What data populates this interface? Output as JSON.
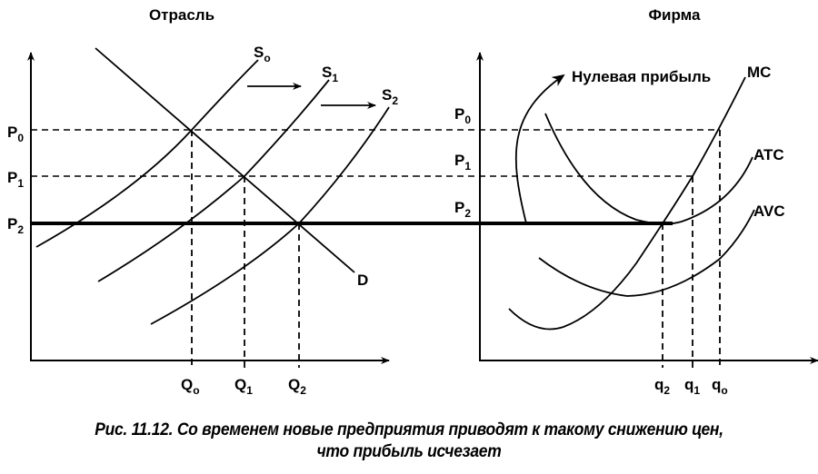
{
  "panels": {
    "industry": {
      "title": "Отрасль",
      "price_labels": [
        {
          "main": "P",
          "sub": "0"
        },
        {
          "main": "P",
          "sub": "1"
        },
        {
          "main": "P",
          "sub": "2"
        }
      ],
      "quantity_labels": [
        {
          "main": "Q",
          "sub": "o"
        },
        {
          "main": "Q",
          "sub": "1"
        },
        {
          "main": "Q",
          "sub": "2"
        }
      ],
      "curve_labels": {
        "s0": {
          "main": "S",
          "sub": "o"
        },
        "s1": {
          "main": "S",
          "sub": "1"
        },
        "s2": {
          "main": "S",
          "sub": "2"
        },
        "d": "D"
      }
    },
    "firm": {
      "title": "Фирма",
      "price_labels": [
        {
          "main": "P",
          "sub": "0"
        },
        {
          "main": "P",
          "sub": "1"
        },
        {
          "main": "P",
          "sub": "2"
        }
      ],
      "quantity_labels": [
        {
          "main": "q",
          "sub": "2"
        },
        {
          "main": "q",
          "sub": "1"
        },
        {
          "main": "q",
          "sub": "o"
        }
      ],
      "curve_labels": {
        "mc": "MC",
        "atc": "ATC",
        "avc": "AVC"
      },
      "annotation": "Нулевая прибыль"
    }
  },
  "caption": {
    "line1": "Рис. 11.12. Со временем новые предприятия приводят к такому снижению цен,",
    "line2": "что прибыль исчезает"
  },
  "chart_data": {
    "type": "line",
    "title": "Рис. 11.12. Со временем новые предприятия приводят к такому снижению цен, что прибыль исчезает",
    "subplots": [
      {
        "title": "Отрасль",
        "xlabel": "",
        "ylabel": "",
        "y_ticks": [
          "P0",
          "P1",
          "P2"
        ],
        "x_ticks": [
          "Qo",
          "Q1",
          "Q2"
        ],
        "series": [
          {
            "name": "D",
            "kind": "demand, downward sloping"
          },
          {
            "name": "So",
            "kind": "supply",
            "equilibrium": [
              "Qo",
              "P0"
            ]
          },
          {
            "name": "S1",
            "kind": "supply",
            "equilibrium": [
              "Q1",
              "P1"
            ]
          },
          {
            "name": "S2",
            "kind": "supply",
            "equilibrium": [
              "Q2",
              "P2"
            ]
          }
        ],
        "annotations": [
          "arrows So→S1→S2 (supply shifts right)"
        ]
      },
      {
        "title": "Фирма",
        "xlabel": "",
        "ylabel": "",
        "y_ticks": [
          "P0",
          "P1",
          "P2"
        ],
        "x_ticks": [
          "q2",
          "q1",
          "qo"
        ],
        "series": [
          {
            "name": "MC",
            "kind": "marginal cost"
          },
          {
            "name": "ATC",
            "kind": "average total cost, min at (q2, P2)"
          },
          {
            "name": "AVC",
            "kind": "average variable cost"
          }
        ],
        "annotations": [
          "Нулевая прибыль (zero profit at P2 = min ATC)"
        ]
      }
    ],
    "grid": false,
    "legend": "none"
  }
}
